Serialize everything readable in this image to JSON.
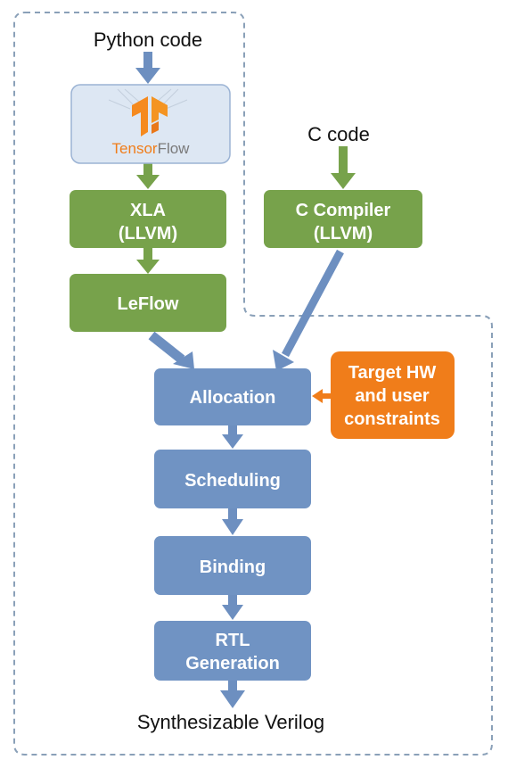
{
  "inputs": {
    "python_code": "Python code",
    "c_code": "C code"
  },
  "tensorflow": {
    "logo_text_tensor": "Tensor",
    "logo_text_flow": "Flow"
  },
  "boxes": {
    "xla": [
      "XLA",
      "(LLVM)"
    ],
    "c_compiler": [
      "C Compiler",
      "(LLVM)"
    ],
    "leflow": "LeFlow",
    "allocation": "Allocation",
    "target_hw": [
      "Target HW",
      "and user",
      "constraints"
    ],
    "scheduling": "Scheduling",
    "binding": "Binding",
    "rtl_generation": [
      "RTL",
      "Generation"
    ]
  },
  "output": {
    "verilog": "Synthesizable Verilog"
  },
  "colors": {
    "green_box": "#77a24b",
    "blue_box": "#7093c3",
    "orange_box": "#f07d1a",
    "arrow_blue": "#6d8fc0",
    "arrow_green": "#77a24b",
    "arrow_orange": "#f07d1a",
    "tf_box_fill": "#dde7f3",
    "tf_box_stroke": "#9bb3d4",
    "dashed_border": "#8aa0b8"
  },
  "icons": {
    "tensorflow_logo": "tensorflow-logo-icon"
  }
}
